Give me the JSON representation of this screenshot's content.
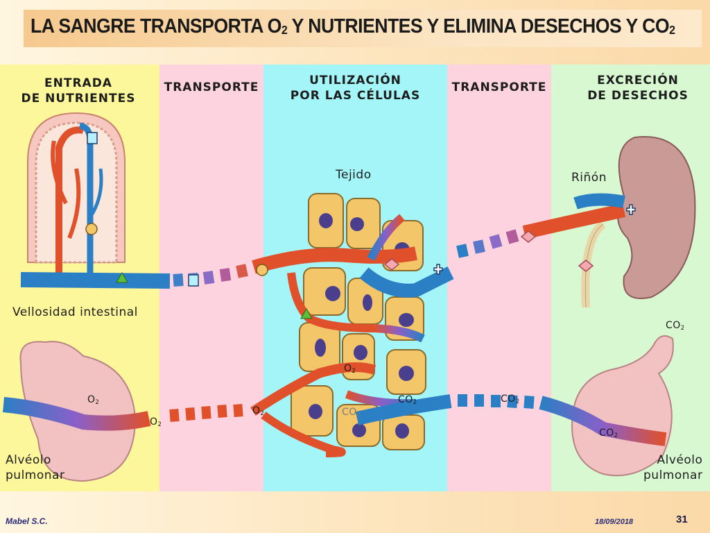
{
  "slide": {
    "title_main": "LA SANGRE TRANSPORTA O",
    "title_sub1": "2",
    "title_mid": " Y NUTRIENTES Y ELIMINA  DESECHOS Y CO",
    "title_sub2": "2"
  },
  "columns": {
    "entrada_l1": "ENTRADA",
    "entrada_l2": "DE NUTRIENTES",
    "transporte_1": "TRANSPORTE",
    "utilizacion_l1": "UTILIZACIÓN",
    "utilizacion_l2": "POR LAS CÉLULAS",
    "transporte_2": "TRANSPORTE",
    "excrecion_l1": "EXCRECIÓN",
    "excrecion_l2": "DE DESECHOS"
  },
  "labels": {
    "tejido": "Tejido",
    "rinon": "Riñón",
    "vellosidad": "Vellosidad intestinal",
    "alveolo_left_l1": "Alvéolo",
    "alveolo_left_l2": "pulmonar",
    "alveolo_right_l1": "Alvéolo",
    "alveolo_right_l2": "pulmonar",
    "o2": "O",
    "co2": "CO",
    "sub2": "2"
  },
  "colors": {
    "col_yellow": "#fdf79c",
    "col_pink": "#fcd3de",
    "col_cyan": "#a4f5f7",
    "col_green": "#d8f8d2",
    "artery": "#e0502a",
    "vein": "#2b7fc4",
    "cell": "#f4c66a",
    "nucleus": "#4a3f8c",
    "organ": "#f2c2c2"
  },
  "footer": {
    "author": "Mabel S.C.",
    "date": "18/09/2018",
    "page": "31"
  }
}
